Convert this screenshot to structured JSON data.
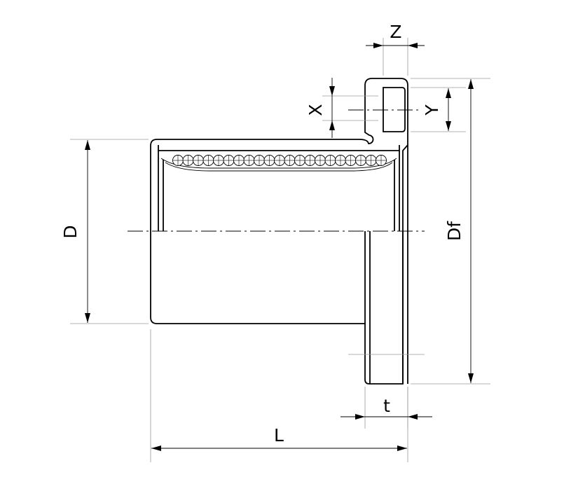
{
  "labels": {
    "z": "Z",
    "x": "X",
    "y": "Y",
    "d": "D",
    "df": "Df",
    "t": "t",
    "l": "L"
  }
}
